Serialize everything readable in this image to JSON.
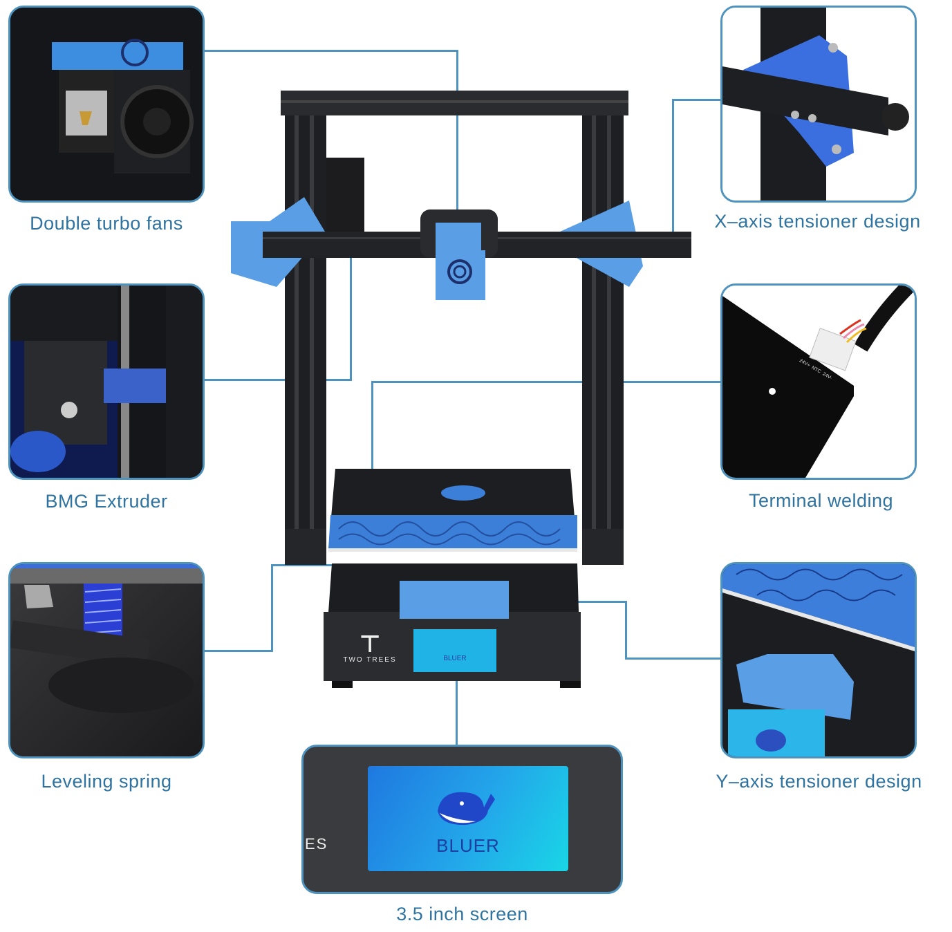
{
  "features": [
    {
      "id": "double-turbo-fans",
      "label": "Double turbo fans"
    },
    {
      "id": "bmg-extruder",
      "label": "BMG Extruder"
    },
    {
      "id": "leveling-spring",
      "label": "Leveling spring"
    },
    {
      "id": "x-axis-tensioner",
      "label": "X–axis tensioner design"
    },
    {
      "id": "terminal-welding",
      "label": "Terminal welding"
    },
    {
      "id": "y-axis-tensioner",
      "label": "Y–axis tensioner design"
    },
    {
      "id": "screen",
      "label": "3.5 inch screen"
    }
  ],
  "printer": {
    "brand": "TWO TREES",
    "model_on_screen": "BLUER",
    "screen_partial_brand": "ES",
    "heatbed_pins": "24V+  NTC  24V-"
  },
  "colors": {
    "accent_line": "#4d93bd",
    "label_text": "#2f73a0",
    "part_blue": "#3d8de0",
    "frame_black": "#1a1b1d"
  }
}
